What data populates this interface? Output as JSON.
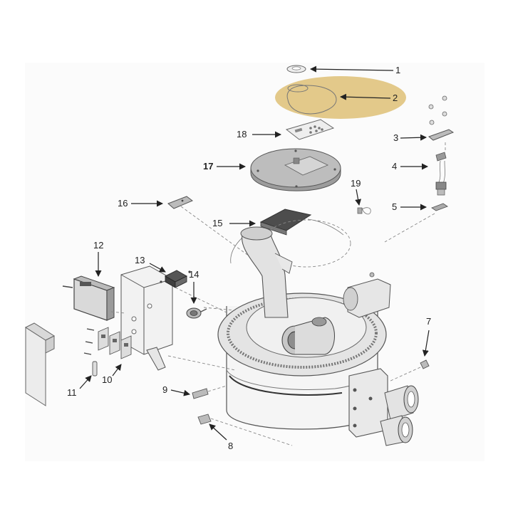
{
  "diagram": {
    "highlight_color": "#e3c98a",
    "callouts": [
      {
        "id": "1",
        "label": "1"
      },
      {
        "id": "2",
        "label": "2"
      },
      {
        "id": "3",
        "label": "3"
      },
      {
        "id": "4",
        "label": "4"
      },
      {
        "id": "5",
        "label": "5"
      },
      {
        "id": "7",
        "label": "7"
      },
      {
        "id": "8",
        "label": "8"
      },
      {
        "id": "9",
        "label": "9"
      },
      {
        "id": "10",
        "label": "10"
      },
      {
        "id": "11",
        "label": "11"
      },
      {
        "id": "12",
        "label": "12"
      },
      {
        "id": "13",
        "label": "13"
      },
      {
        "id": "14",
        "label": "14"
      },
      {
        "id": "15",
        "label": "15"
      },
      {
        "id": "16",
        "label": "16"
      },
      {
        "id": "17",
        "label": "17"
      },
      {
        "id": "18",
        "label": "18"
      },
      {
        "id": "19",
        "label": "19"
      }
    ]
  }
}
